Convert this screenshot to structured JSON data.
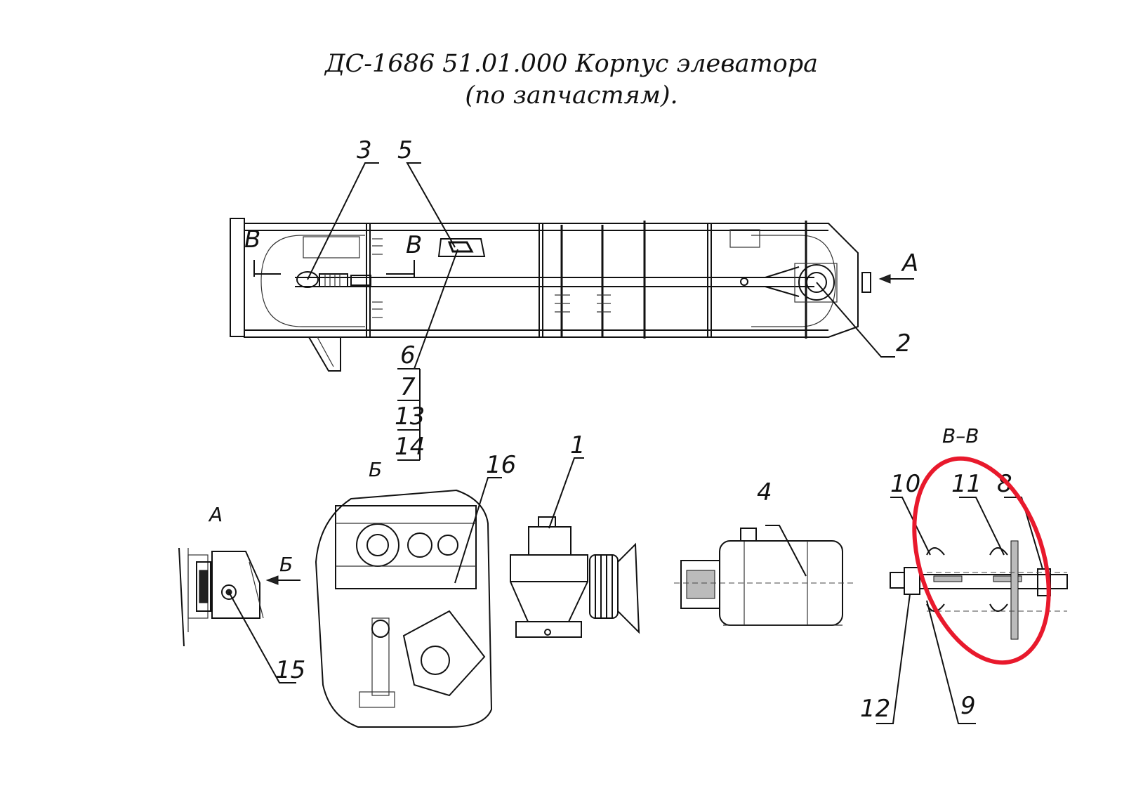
{
  "title": {
    "line1": "ДС-1686 51.01.000 Корпус элеватора",
    "line2": "(по запчастям)."
  },
  "callouts": {
    "c1": "1",
    "c2": "2",
    "c3": "3",
    "c4": "4",
    "c5": "5",
    "c6": "6",
    "c7": "7",
    "c8": "8",
    "c9": "9",
    "c10": "10",
    "c11": "11",
    "c12": "12",
    "c13": "13",
    "c14": "14",
    "c15": "15",
    "c16": "16"
  },
  "views": {
    "section_mark_left": "В",
    "section_mark_right": "В",
    "arrow_a": "А",
    "view_a": "А",
    "arrow_b": "Б",
    "view_b": "Б",
    "section_bb": "В–В"
  },
  "highlight": {
    "color": "#e8192c"
  }
}
